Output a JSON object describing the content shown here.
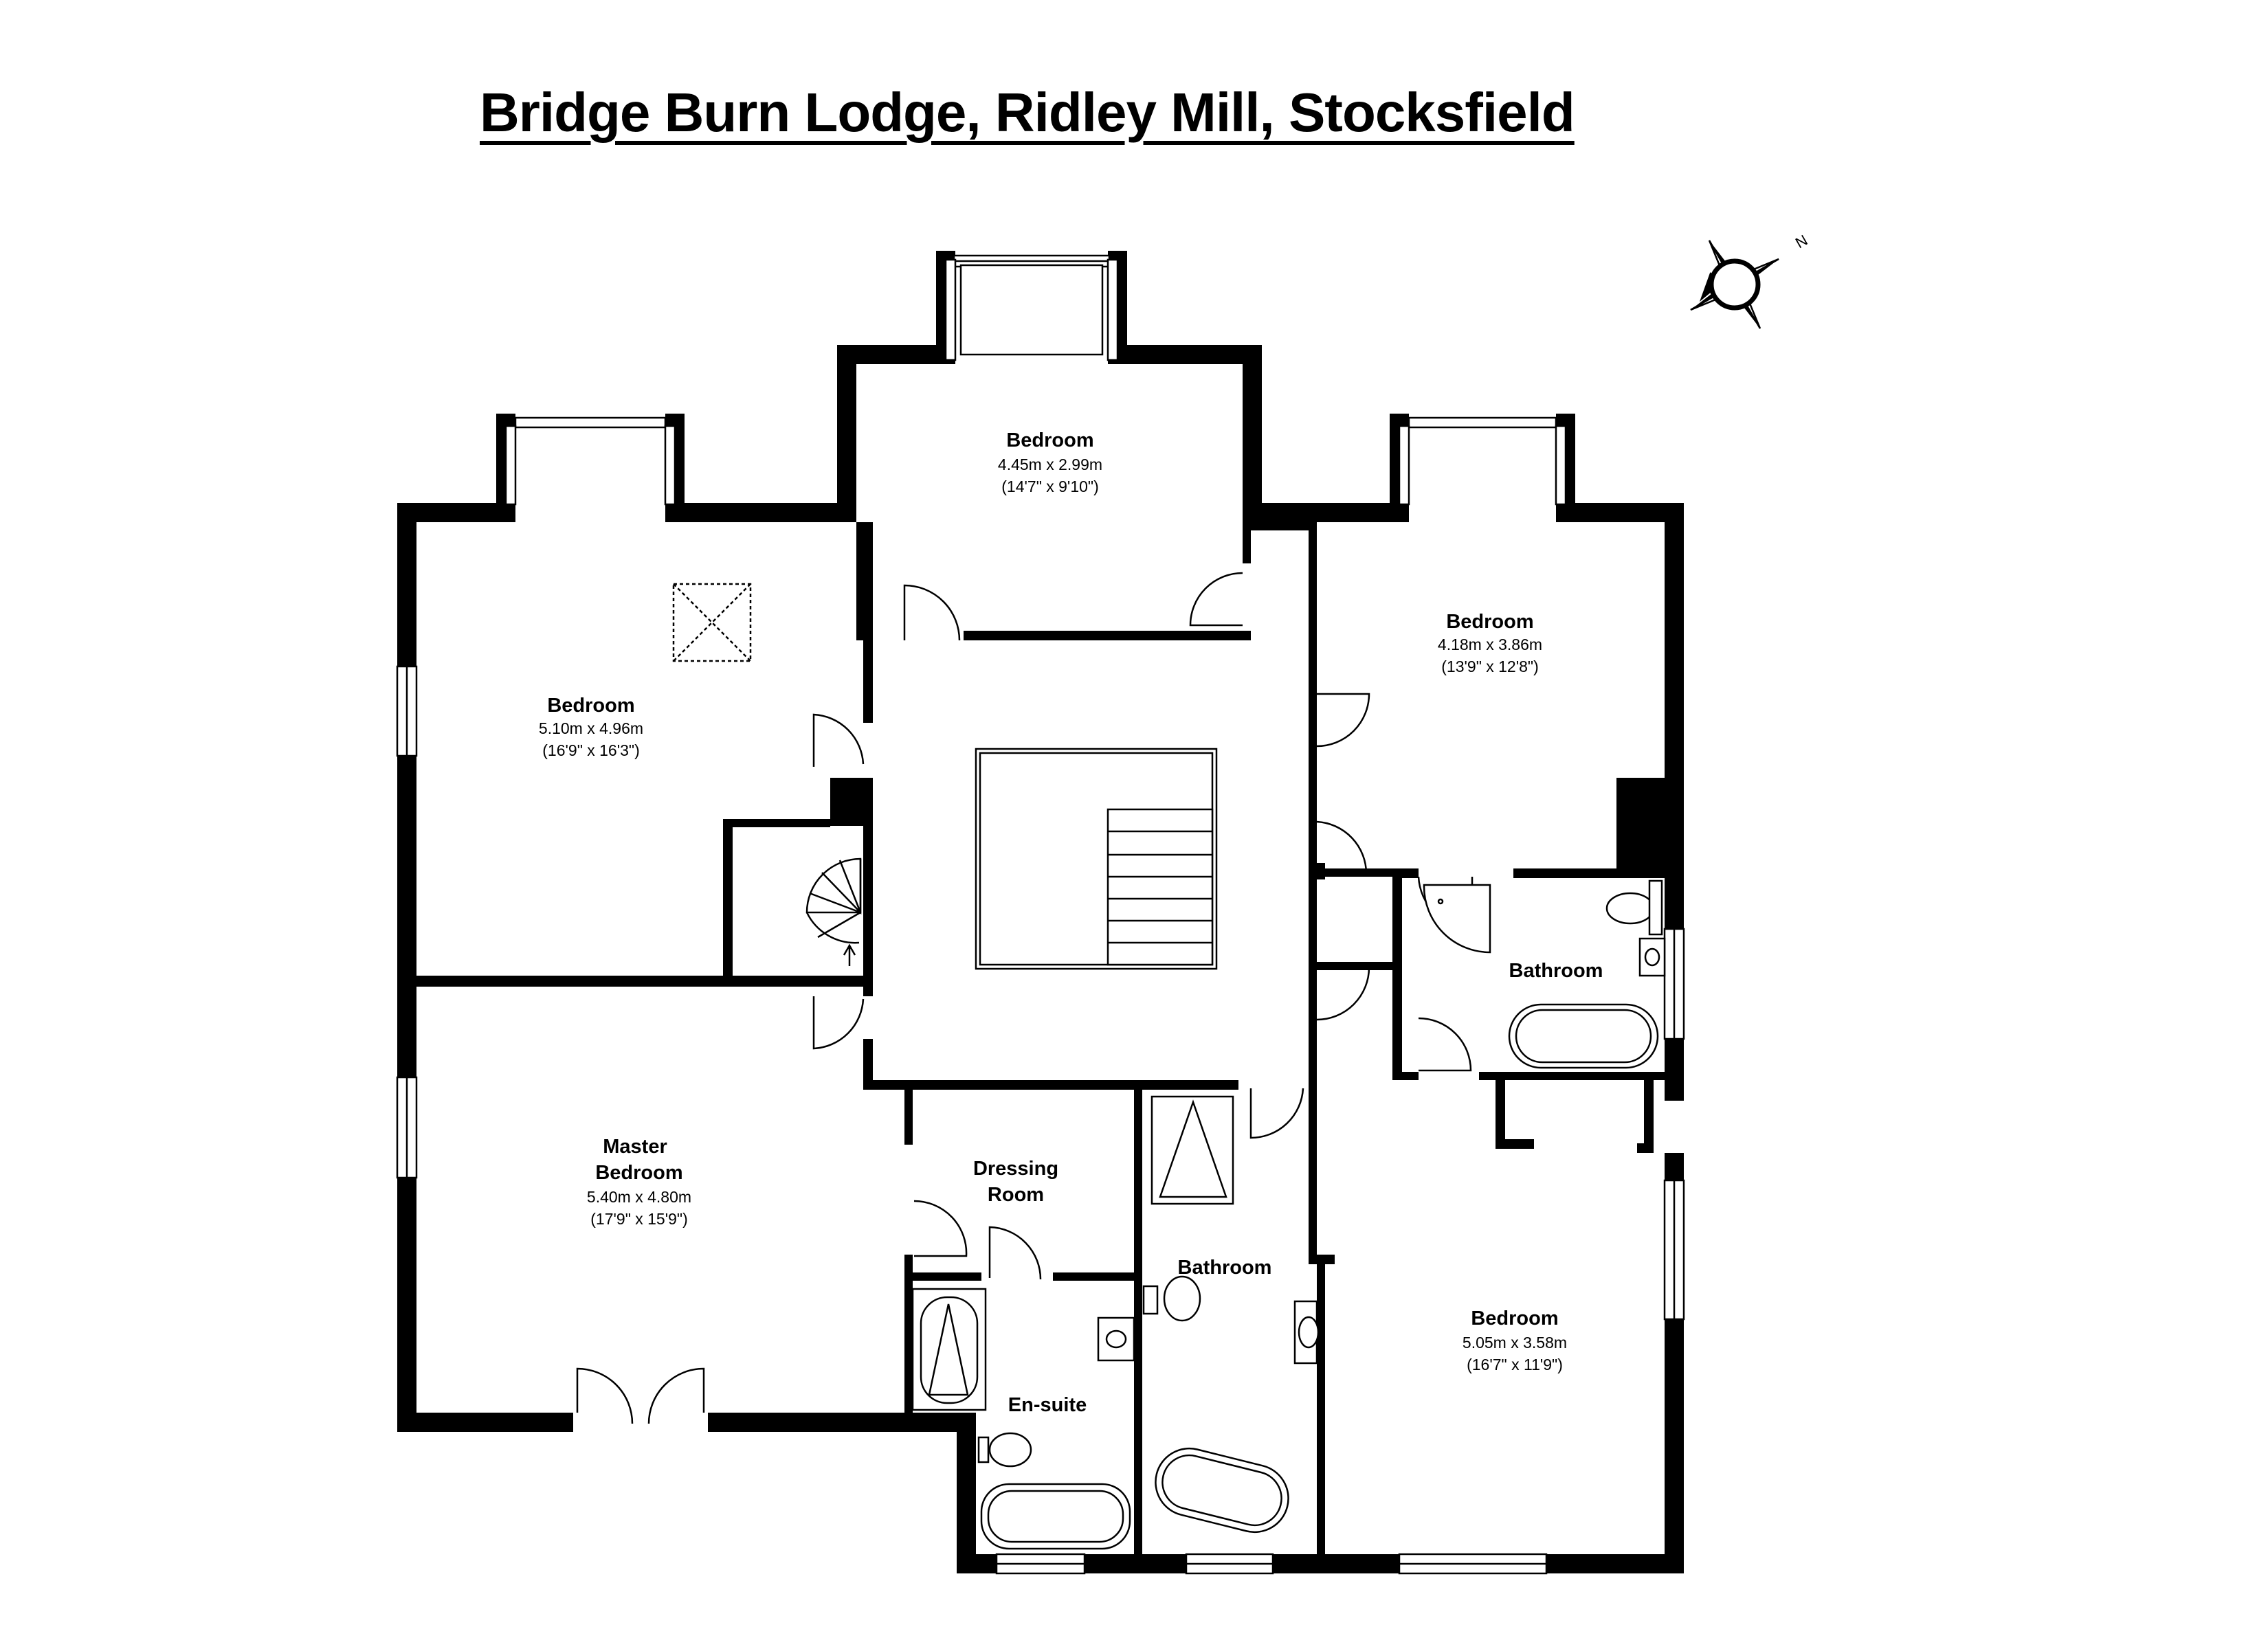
{
  "title": "Bridge Burn Lodge, Ridley Mill, Stocksfield",
  "compass": {
    "label": "N"
  },
  "rooms": [
    {
      "id": "bedroom-west",
      "name": "Bedroom",
      "metric": "5.10m x 4.96m",
      "imperial": "(16'9\" x 16'3\")"
    },
    {
      "id": "bedroom-north",
      "name": "Bedroom",
      "metric": "4.45m x 2.99m",
      "imperial": "(14'7\" x 9'10\")"
    },
    {
      "id": "bedroom-east",
      "name": "Bedroom",
      "metric": "4.18m x 3.86m",
      "imperial": "(13'9\" x 12'8\")"
    },
    {
      "id": "bathroom-east",
      "name": "Bathroom"
    },
    {
      "id": "master-bedroom",
      "name_line1": "Master",
      "name_line2": "Bedroom",
      "metric": "5.40m x 4.80m",
      "imperial": "(17'9\" x 15'9\")"
    },
    {
      "id": "dressing-room",
      "name_line1": "Dressing",
      "name_line2": "Room"
    },
    {
      "id": "bathroom-south",
      "name": "Bathroom"
    },
    {
      "id": "en-suite",
      "name": "En-suite"
    },
    {
      "id": "bedroom-south-east",
      "name": "Bedroom",
      "metric": "5.05m x 3.58m",
      "imperial": "(16'7\" x 11'9\")"
    }
  ]
}
